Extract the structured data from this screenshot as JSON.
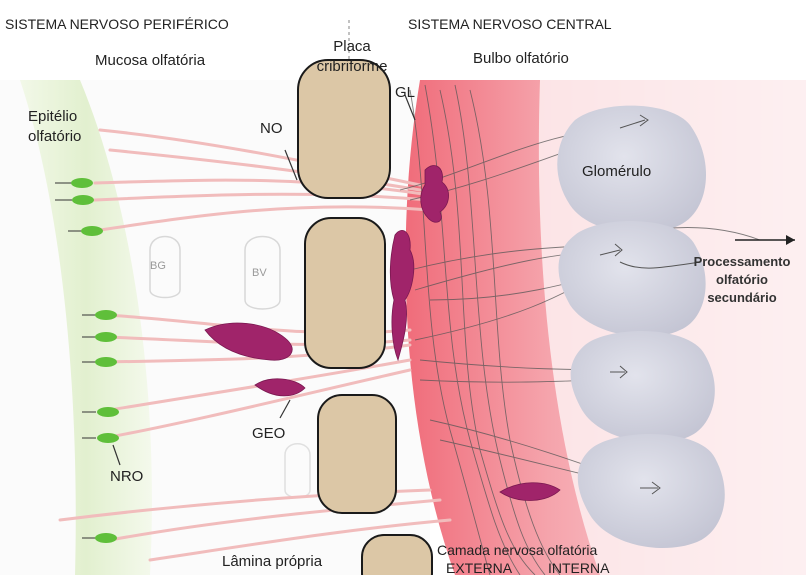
{
  "header": {
    "peripheral": "SISTEMA NERVOSO PERIFÉRICO",
    "central": "SISTEMA NERVOSO CENTRAL"
  },
  "labels": {
    "mucosa": "Mucosa olfatória",
    "placa_line1": "Placa",
    "placa_line2": "cribriforme",
    "bulbo": "Bulbo olfatório",
    "epitelio_line1": "Epitélio",
    "epitelio_line2": "olfatório",
    "no": "NO",
    "gl": "GL",
    "glomerulo": "Glomérulo",
    "bg": "BG",
    "bv": "BV",
    "processamento_line1": "Processamento",
    "processamento_line2": "olfatório",
    "processamento_line3": "secundário",
    "geo": "GEO",
    "nro": "NRO",
    "lamina": "Lâmina própria",
    "camada": "Camada nervosa olfatória",
    "externa": "EXTERNA",
    "interna": "INTERNA"
  },
  "colors": {
    "neuron": "#5fbf3a",
    "ensheathing_cell": "#a0246a",
    "bone": "#dcc7a6",
    "glomerulus": "#cfd0dc",
    "axon": "#f2c0c0",
    "bulb_layer": "#f0707c",
    "epithelium": "#e4f2d2"
  }
}
